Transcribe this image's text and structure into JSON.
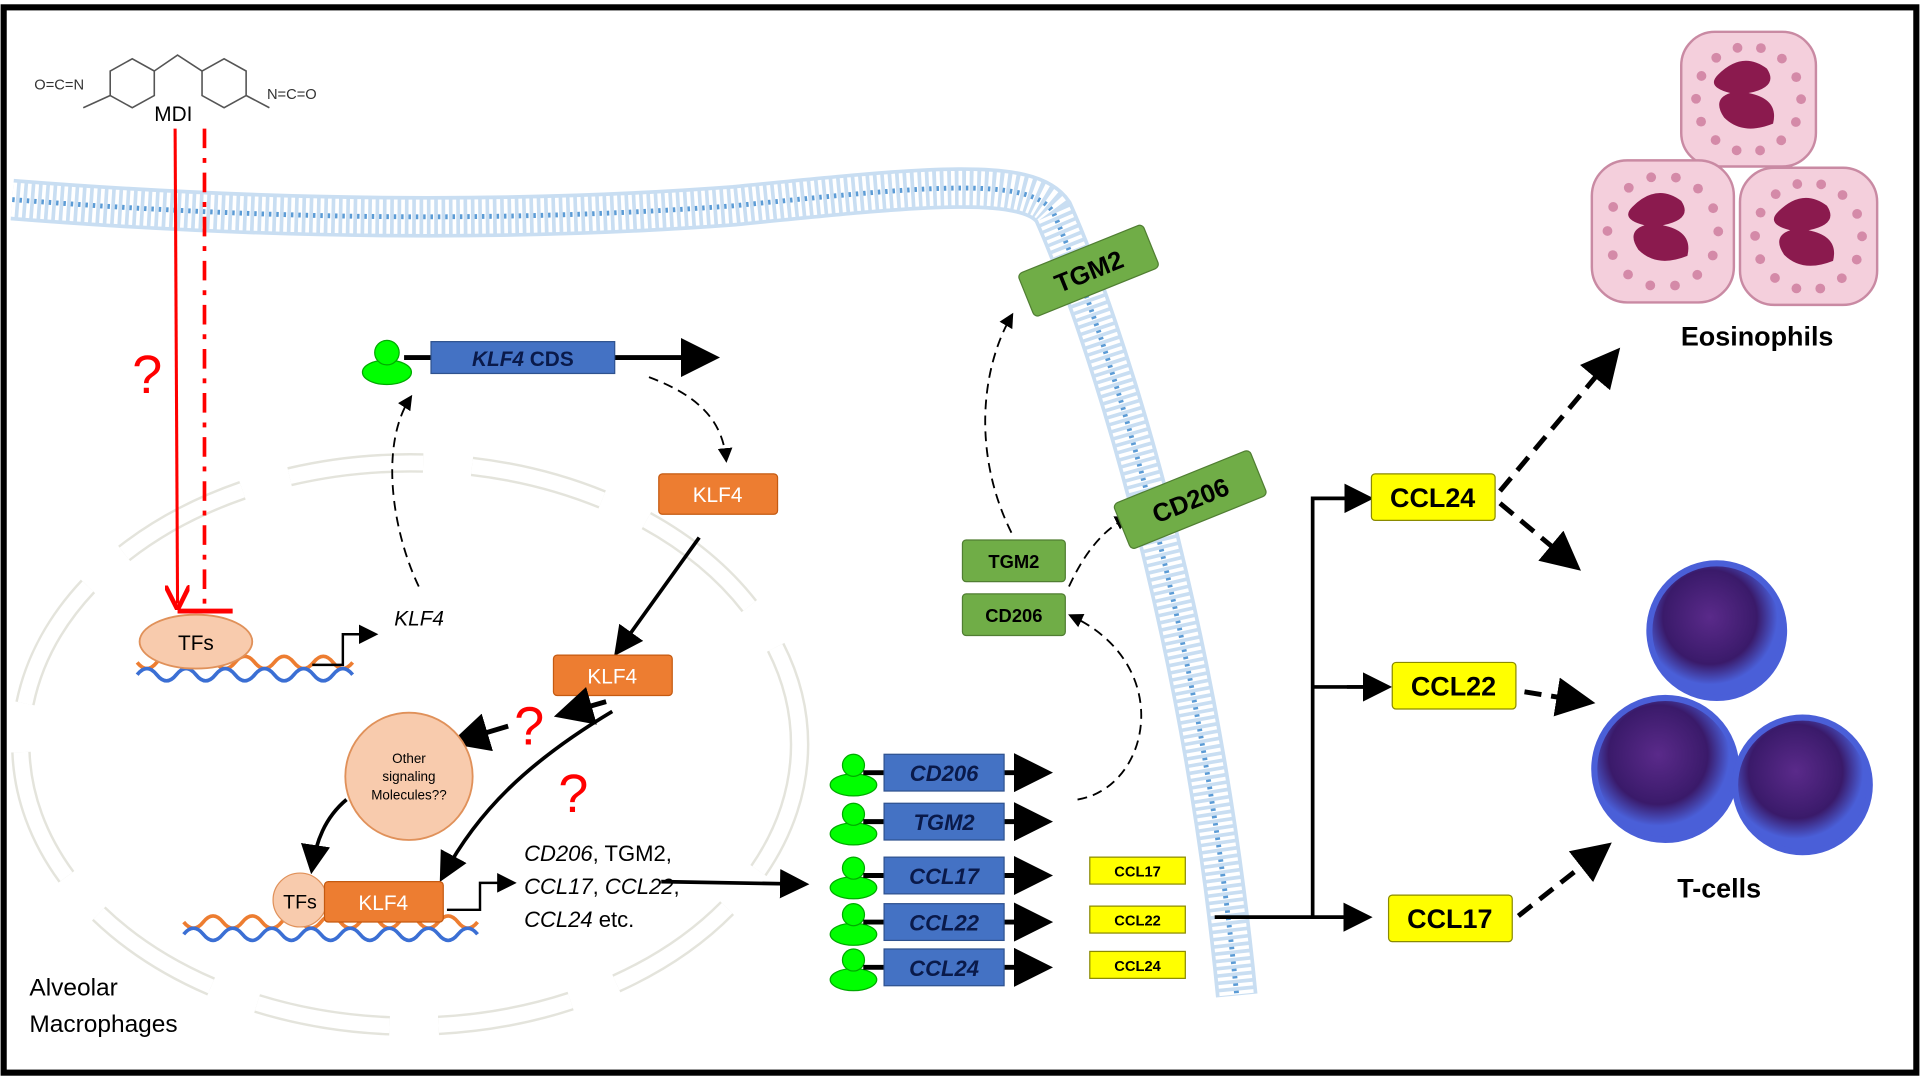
{
  "compound": {
    "label": "MDI",
    "iso_left": "O=C=N",
    "iso_right": "N=C=O"
  },
  "question_mark": "?",
  "mrna": {
    "label_gene": "KLF4",
    "label_suffix": " CDS"
  },
  "klf4_protein_label": "KLF4",
  "klf4_gene_label": "KLF4",
  "tfs_label": "TFs",
  "other_signaling": [
    "Other",
    "signaling",
    "Molecules??"
  ],
  "target_genes": {
    "line1": [
      {
        "t": "CD206",
        "i": true
      },
      {
        "t": ", TGM2,",
        "i": false
      }
    ],
    "line2": [
      {
        "t": "CCL17",
        "i": true
      },
      {
        "t": ", ",
        "i": false
      },
      {
        "t": "CCL22",
        "i": true
      },
      {
        "t": ",",
        "i": false
      }
    ],
    "line3": [
      {
        "t": "CCL24",
        "i": true
      },
      {
        "t": " etc.",
        "i": false
      }
    ]
  },
  "transcripts": [
    "CD206",
    "TGM2",
    "CCL17",
    "CCL22",
    "CCL24"
  ],
  "secreted_small": [
    "CCL17",
    "CCL22",
    "CCL24"
  ],
  "surface_proteins": {
    "inner": [
      "TGM2",
      "CD206"
    ],
    "membrane": [
      "TGM2",
      "CD206"
    ]
  },
  "chemokines": [
    "CCL24",
    "CCL22",
    "CCL17"
  ],
  "cell_labels": {
    "eosinophils": "Eosinophils",
    "tcells": "T-cells",
    "macrophages": [
      "Alveolar",
      "Macrophages"
    ]
  },
  "colors": {
    "red": "#ff0000",
    "orange": "#ed7d31",
    "blue": "#4472c4",
    "green": "#70ad47",
    "yellow": "#ffff00",
    "membrane": "#9dc3e6"
  }
}
